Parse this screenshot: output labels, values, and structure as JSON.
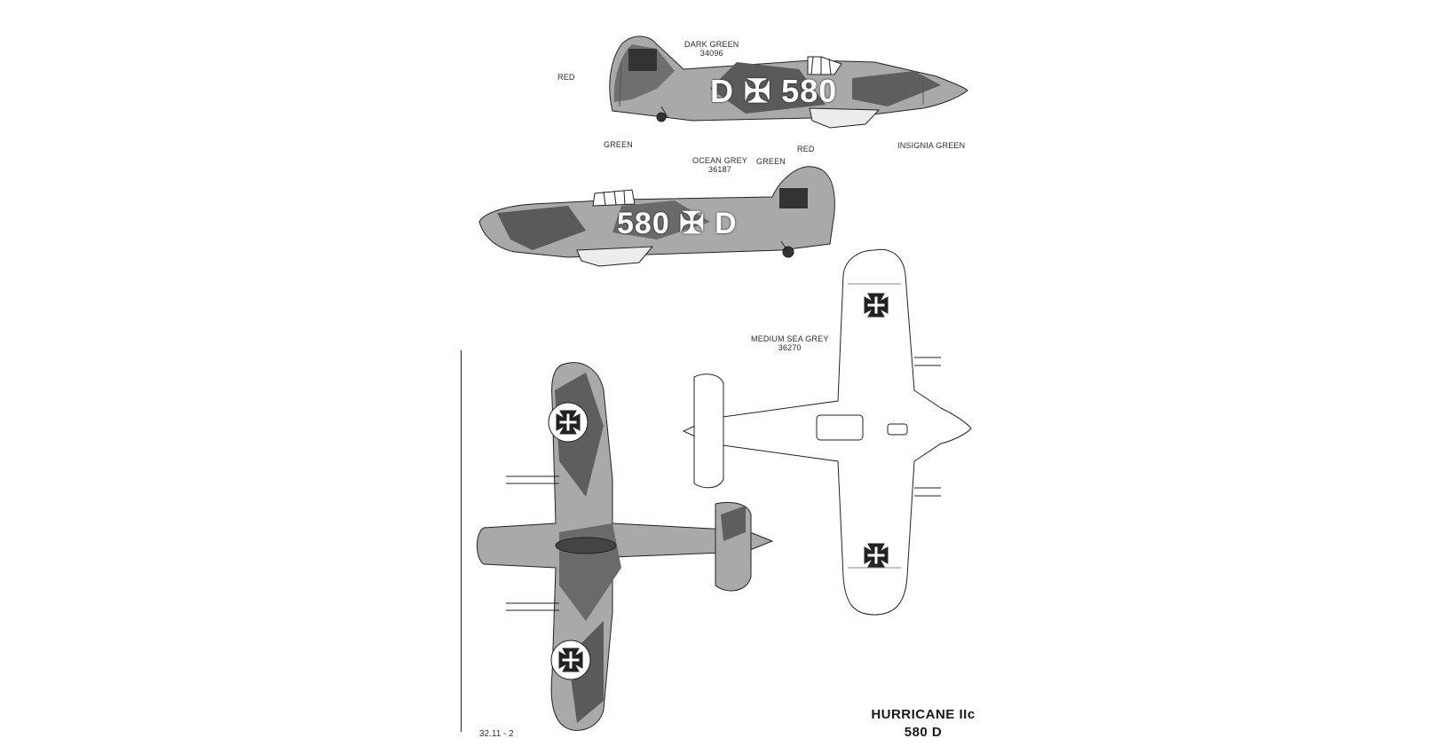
{
  "labels": {
    "dark_green": "DARK GREEN",
    "dark_green_code": "34096",
    "red_top": "RED",
    "green_left": "GREEN",
    "insignia_green": "INSIGNIA GREEN",
    "ocean_grey": "OCEAN GREY",
    "ocean_grey_code": "36187",
    "green_mid": "GREEN",
    "red_mid": "RED",
    "medium_sea_grey": "MEDIUM SEA GREY",
    "medium_sea_grey_code": "36270"
  },
  "markings": {
    "right_side": "D ✠ 580",
    "left_side": "580 ✠ D"
  },
  "title": {
    "line1": "HURRICANE IIc",
    "line2": "580 D"
  },
  "reference": "32.11 - 2",
  "colors": {
    "dark_green": "#4a4a4a",
    "ocean_grey": "#a9a9a9",
    "medium_sea_grey": "#ffffff",
    "outline": "#222222"
  }
}
